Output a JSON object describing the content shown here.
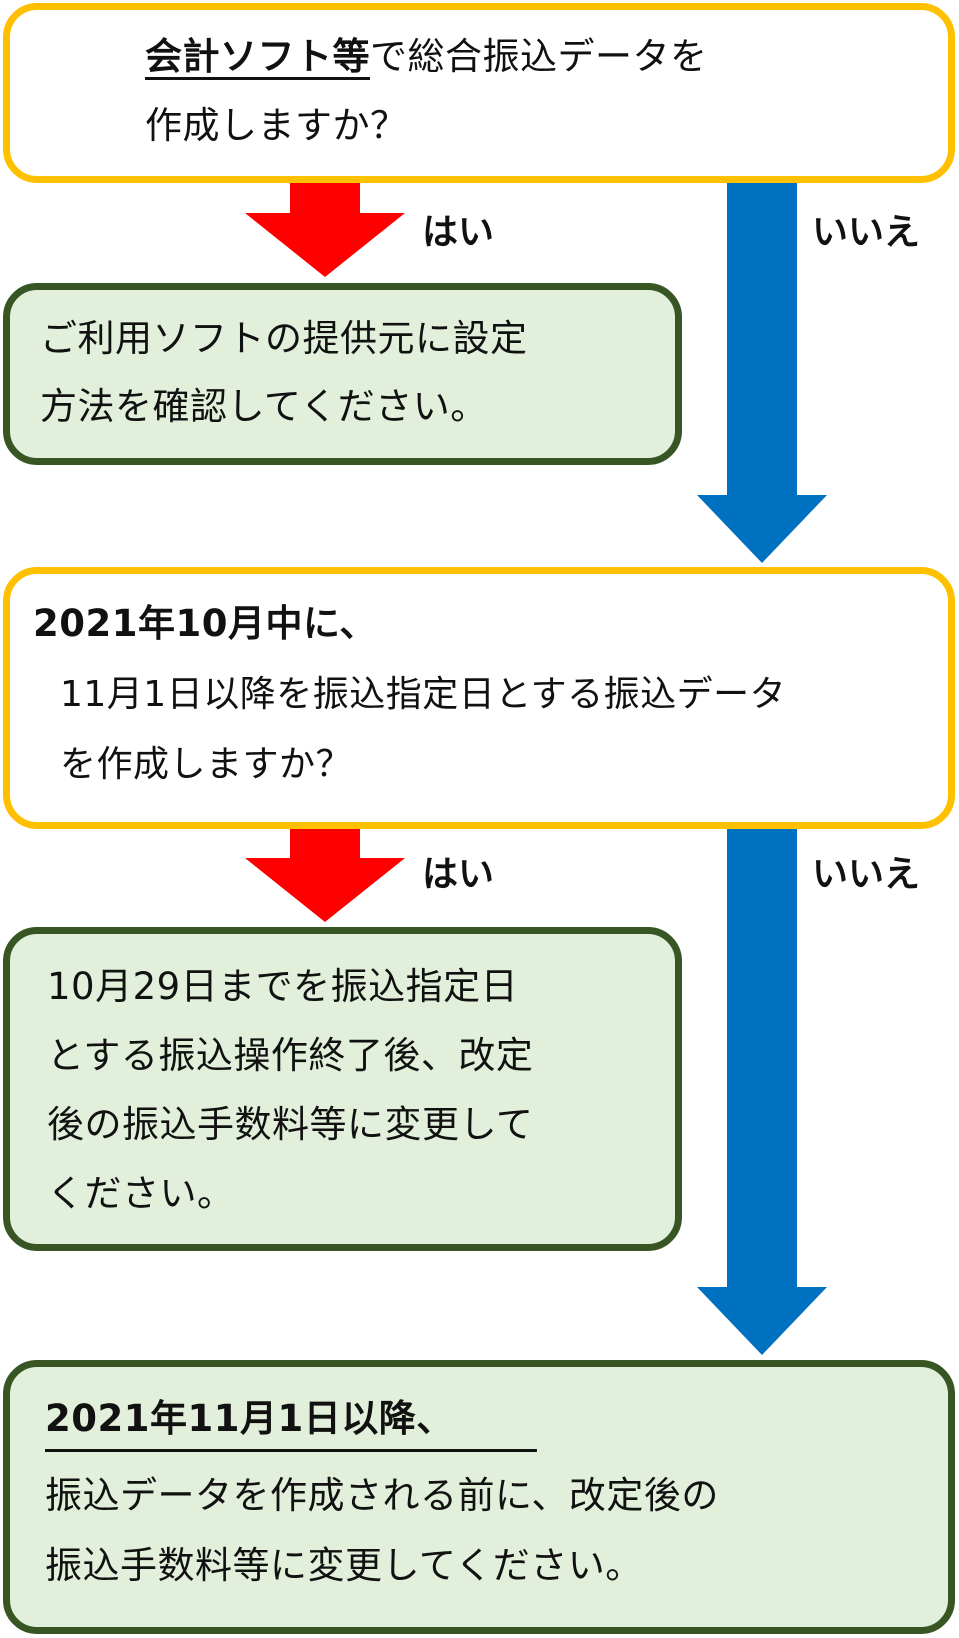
{
  "colors": {
    "question_border": "#ffc000",
    "answer_border": "#375623",
    "answer_fill": "#e2efda",
    "yes_arrow": "#ff0000",
    "no_arrow": "#0070c0"
  },
  "q1": {
    "line1_bold": "会計ソフト等",
    "line1_rest": "で総合振込データを",
    "line2": "作成しますか？"
  },
  "labels": {
    "yes": "はい",
    "no": "いいえ"
  },
  "a1": {
    "line1": "ご利用ソフトの提供元に設定",
    "line2": "方法を確認してください。"
  },
  "q2": {
    "line1": "2021年10月中に、",
    "line2": "11月1日以降を振込指定日とする振込データ",
    "line3": "を作成しますか？"
  },
  "a2": {
    "line1": "10月29日までを振込指定日",
    "line2": "とする振込操作終了後、改定",
    "line3": "後の振込手数料等に変更して",
    "line4": "ください。"
  },
  "a3": {
    "line1": "2021年11月1日以降、",
    "line2": "振込データを作成される前に、改定後の",
    "line3": "振込手数料等に変更してください。"
  }
}
